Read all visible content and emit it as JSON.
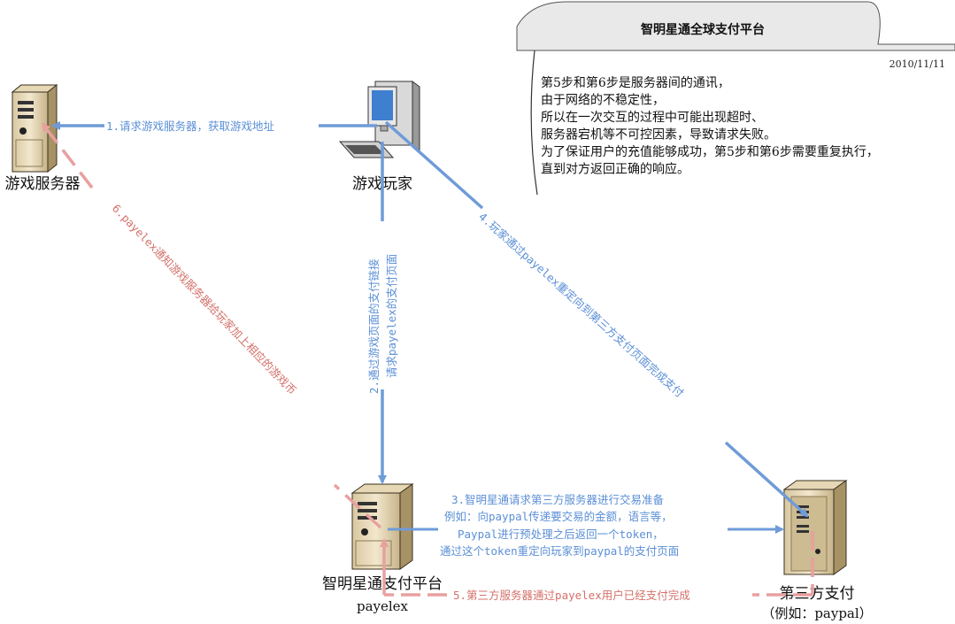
{
  "note": {
    "title": "智明星通全球支付平台",
    "date": "2010/11/11",
    "lines": [
      "第5步和第6步是服务器间的通讯，",
      "由于网络的不稳定性，",
      "所以在一次交互的过程中可能出现超时、",
      "服务器宕机等不可控因素，导致请求失败。",
      "为了保证用户的充值能够成功，第5步和第6步需要重复执行，",
      "直到对方返回正确的响应。"
    ]
  },
  "nodes": {
    "game_server": {
      "label": "游戏服务器"
    },
    "player": {
      "label": "游戏玩家"
    },
    "platform": {
      "label": "智明星通支付平台",
      "sub": "payelex"
    },
    "third_party": {
      "label": "第三方支付",
      "sub": "（例如：paypal）"
    }
  },
  "steps": {
    "s1": "1.请求游戏服务器，获取游戏地址",
    "s2_line1": "2.通过游戏页面的支付链接",
    "s2_line2": "请求payelex的支付页面",
    "s3_lines": [
      "3.智明星通请求第三方服务器进行交易准备",
      "例如：向paypal传递要交易的金额，语言等，",
      "Paypal进行预处理之后返回一个token，",
      "通过这个token重定向玩家到paypal的支付页面"
    ],
    "s4": "4.玩家通过payelex重定向到第三方支付页面完成支付",
    "s5": "5.第三方服务器通过payelex用户已经支付完成",
    "s6": "6.payelex通知游戏服务器给玩家加上相应的游戏币"
  },
  "colors": {
    "blue_arrow": "#6f9bd8",
    "red_arrow": "#e8a0a0",
    "blue_text": "#5b8fd6",
    "red_text": "#d3716a"
  }
}
